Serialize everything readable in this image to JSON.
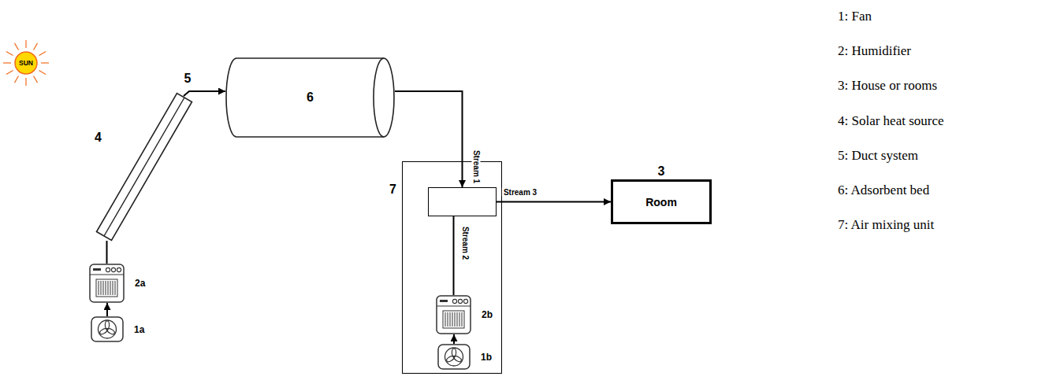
{
  "diagram": {
    "nodes": [
      {
        "text": [
          "SUN"
        ]
      },
      {
        "text": [
          "4"
        ]
      },
      {
        "text": [
          "6"
        ]
      },
      {
        "text": [
          "7"
        ]
      },
      {
        "text": [],
        "in": 3
      },
      {
        "text": [
          "2b"
        ],
        "in": 3
      },
      {
        "text": [
          "1b"
        ],
        "in": 3
      },
      {
        "text": [
          "3",
          "Room"
        ]
      },
      {
        "text": [
          "2a"
        ]
      },
      {
        "text": [
          "1a"
        ]
      }
    ],
    "edges": [
      {
        "from": 9,
        "to": 8,
        "arrow": "to"
      },
      {
        "from": 8,
        "to": 1,
        "arrow": "none"
      },
      {
        "from": 1,
        "to": 2,
        "label": "5",
        "arrow": "to"
      },
      {
        "from": 2,
        "to": 4,
        "label": "Stream 1",
        "arrow": "to"
      },
      {
        "from": 6,
        "to": 5,
        "arrow": "to"
      },
      {
        "from": 5,
        "to": 4,
        "label": "Stream 2",
        "arrow": "none"
      },
      {
        "from": 4,
        "to": 7,
        "label": "Stream 3",
        "arrow": "to"
      }
    ],
    "legend": [
      {
        "text": "1: Fan"
      },
      {
        "text": "2: Humidifier"
      },
      {
        "text": "3: House or rooms"
      },
      {
        "text": "4: Solar heat source"
      },
      {
        "text": "5: Duct system"
      },
      {
        "text": "6: Adsorbent bed"
      },
      {
        "text": "7: Air mixing unit"
      }
    ]
  }
}
